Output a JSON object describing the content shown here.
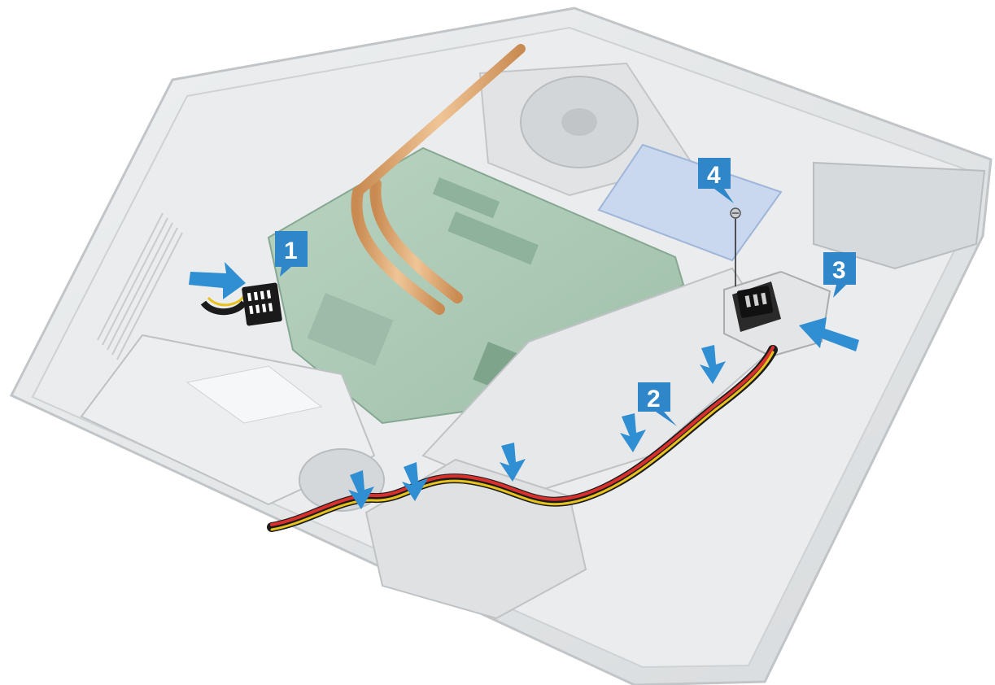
{
  "callouts": [
    {
      "label": "1"
    },
    {
      "label": "2"
    },
    {
      "label": "3"
    },
    {
      "label": "4"
    }
  ],
  "colors": {
    "callout_blue": "#2f86c8",
    "arrow_blue": "#2f8fd2",
    "chassis_gray": "#e4e6e8",
    "board_green": "#a9c8b3",
    "heatpipe_copper": "#d9a36e",
    "bracket_silver": "#dfe2e4",
    "cable_black": "#1b1b1b",
    "cable_red": "#d8302c",
    "cable_yellow": "#e8c21c",
    "ssd_blue": "#c9d8ee"
  },
  "icons": [
    "arrow-icon",
    "screw-icon",
    "power-socket-icon"
  ]
}
